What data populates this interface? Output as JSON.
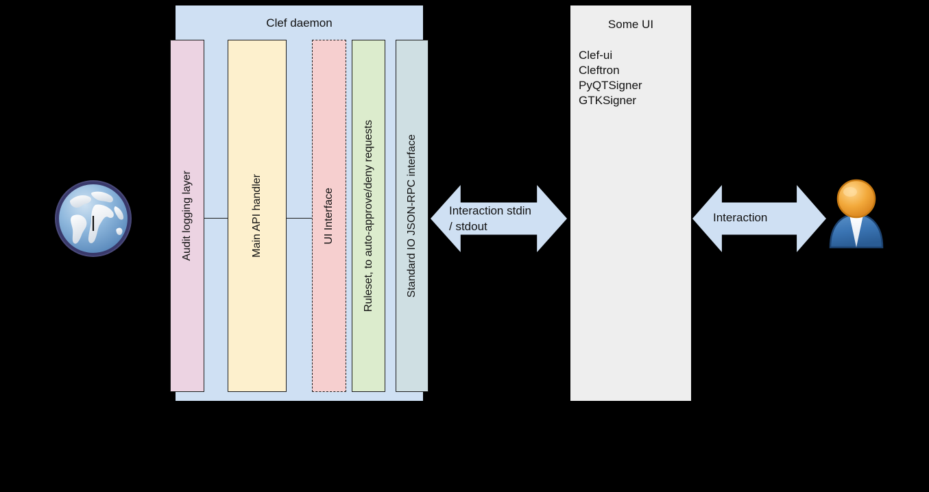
{
  "diagram": {
    "title_visible": false,
    "daemon": {
      "title": "Clef daemon",
      "background_color": "#cfe0f3",
      "columns": [
        {
          "id": "audit",
          "label": "Audit logging layer",
          "color": "#ecd3e2",
          "border": "solid"
        },
        {
          "id": "api",
          "label": "Main API handler",
          "color": "#fdf0cd",
          "border": "solid"
        },
        {
          "id": "ui",
          "label": "UI Interface",
          "color": "#f6cfcf",
          "border": "dashed"
        },
        {
          "id": "rules",
          "label": "Ruleset, to auto-approve/deny requests",
          "color": "#dceccd",
          "border": "solid"
        },
        {
          "id": "stdio",
          "label": "Standard IO JSON-RPC interface",
          "color": "#cfdfe3",
          "border": "solid"
        }
      ]
    },
    "some_ui": {
      "title": "Some UI",
      "background_color": "#eeeeee",
      "items": [
        "Clef-ui",
        "Cleftron",
        "PyQTSigner",
        "GTKSigner"
      ]
    },
    "arrows": [
      {
        "id": "stdio-arrow",
        "label": "Interaction stdin\n/ stdout",
        "color": "#cfe0f3",
        "direction": "bidirectional"
      },
      {
        "id": "interaction-arrow",
        "label": "Interaction",
        "color": "#cfe0f3",
        "direction": "bidirectional"
      }
    ],
    "icons": [
      {
        "id": "globe",
        "name": "globe-icon",
        "description": "internet globe"
      },
      {
        "id": "user",
        "name": "user-icon",
        "description": "person / end user"
      }
    ],
    "colors": {
      "canvas": "#000000",
      "daemon_fill": "#cfe0f3",
      "ui_panel_fill": "#eeeeee",
      "stroke": "#1c1c1c"
    }
  }
}
